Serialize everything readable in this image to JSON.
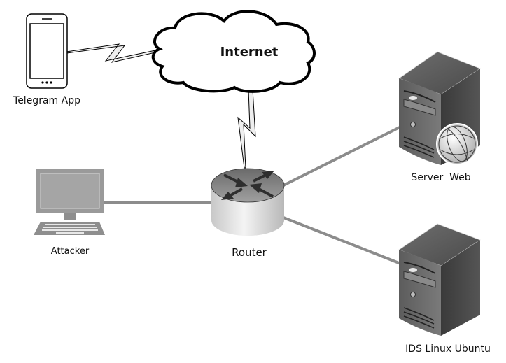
{
  "diagram": {
    "title": "Network topology",
    "nodes": {
      "phone": {
        "label": "Telegram App",
        "icon": "smartphone-icon"
      },
      "internet": {
        "label": "Internet",
        "icon": "cloud-icon"
      },
      "router": {
        "label": "Router",
        "icon": "router-icon"
      },
      "attacker": {
        "label": "Attacker",
        "icon": "desktop-computer-icon"
      },
      "web_server": {
        "label": "Server  Web",
        "icon": "web-server-icon"
      },
      "ids_server": {
        "label": "IDS Linux Ubuntu",
        "icon": "server-tower-icon"
      }
    },
    "links": [
      {
        "from": "Telegram App",
        "to": "Internet",
        "type": "wireless"
      },
      {
        "from": "Internet",
        "to": "Router",
        "type": "wireless"
      },
      {
        "from": "Attacker",
        "to": "Router",
        "type": "wired"
      },
      {
        "from": "Router",
        "to": "Server  Web",
        "type": "wired"
      },
      {
        "from": "Router",
        "to": "IDS Linux Ubuntu",
        "type": "wired"
      }
    ],
    "colors": {
      "wire": "#8c8c8c",
      "device_dark": "#4a4a4a",
      "device_gray": "#999999",
      "outline": "#000000"
    }
  }
}
